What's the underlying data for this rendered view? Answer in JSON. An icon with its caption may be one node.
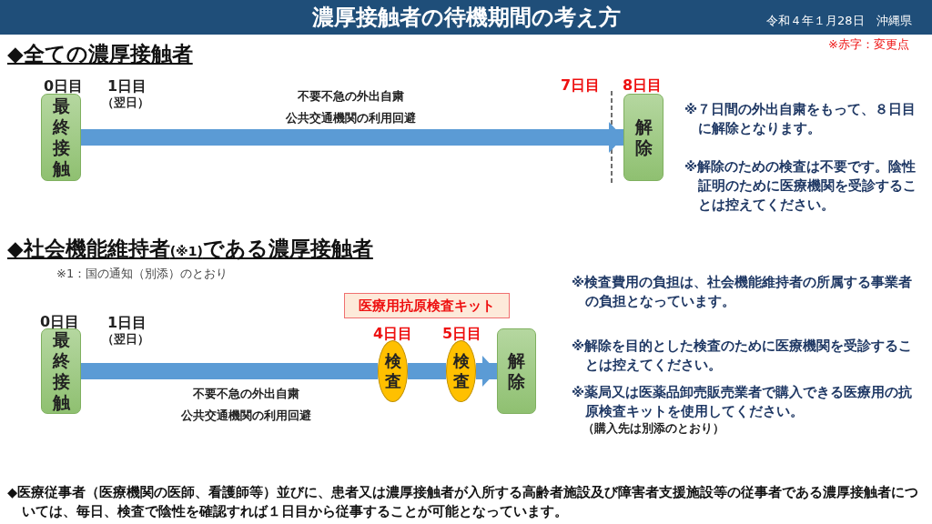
{
  "diagram": {
    "title": "濃厚接触者の待機期間の考え方",
    "nodes": [
      {
        "text": [
          "最終接触"
        ],
        "beside": [
          "0日目"
        ]
      },
      {
        "text": [
          "解除"
        ],
        "beside": [
          "8日目"
        ]
      },
      {
        "text": [
          "最終接触"
        ],
        "beside": [
          "0日目"
        ]
      },
      {
        "text": [
          "検査"
        ],
        "beside": [
          "4日目"
        ]
      },
      {
        "text": [
          "検査"
        ],
        "beside": [
          "5日目"
        ]
      },
      {
        "text": [
          "解除"
        ]
      },
      {
        "text": [
          "医療用抗原検査キット"
        ]
      }
    ],
    "edges": [
      {
        "from": 0,
        "to": 1,
        "arrow": "to",
        "label": "不要不急の外出自粛"
      },
      {
        "from": 2,
        "to": 3,
        "arrow": "none",
        "label": "不要不急の外出自粛"
      },
      {
        "from": 3,
        "to": 4,
        "arrow": "none"
      },
      {
        "from": 4,
        "to": 5,
        "arrow": "to"
      }
    ],
    "labels": [
      "令和４年１月28日　沖縄県",
      "※赤字：変更点",
      "◆全ての濃厚接触者",
      "1日目",
      "（翌日）",
      "公共交通機関の利用回避",
      "7日目",
      "※**７日間**の外出自粛をもって、**８日目**に解除となります。",
      "※解除のための検査は不要です。陰性証明のために医療機関を受診することは控えてください。",
      "◆社会機能維持者$_{(※1)}$である濃厚接触者",
      "※1：国の通知（別添）のとおり",
      "※検査費用の負担は、社会機能維持者の所属する事業者の負担となっています。",
      "1日目",
      "（翌日）",
      "公共交通機関の利用回避",
      "※解除を目的とした検査のために医療機関を受診することは控えてください。",
      "※薬局又は医薬品卸売販売業者で購入できる**医療用の抗原検査キットを使用**してください。",
      "（購入先は別添のとおり）",
      "◆医療従事者（医療機関の医師、看護師等）並びに、患者又は濃厚接触者が入所する高齢者施設及び障害者支援施設等の従事者である濃厚接触者については、毎日、検査で陰性を確認すれば１日目から従事することが可能となっています。"
    ]
  }
}
